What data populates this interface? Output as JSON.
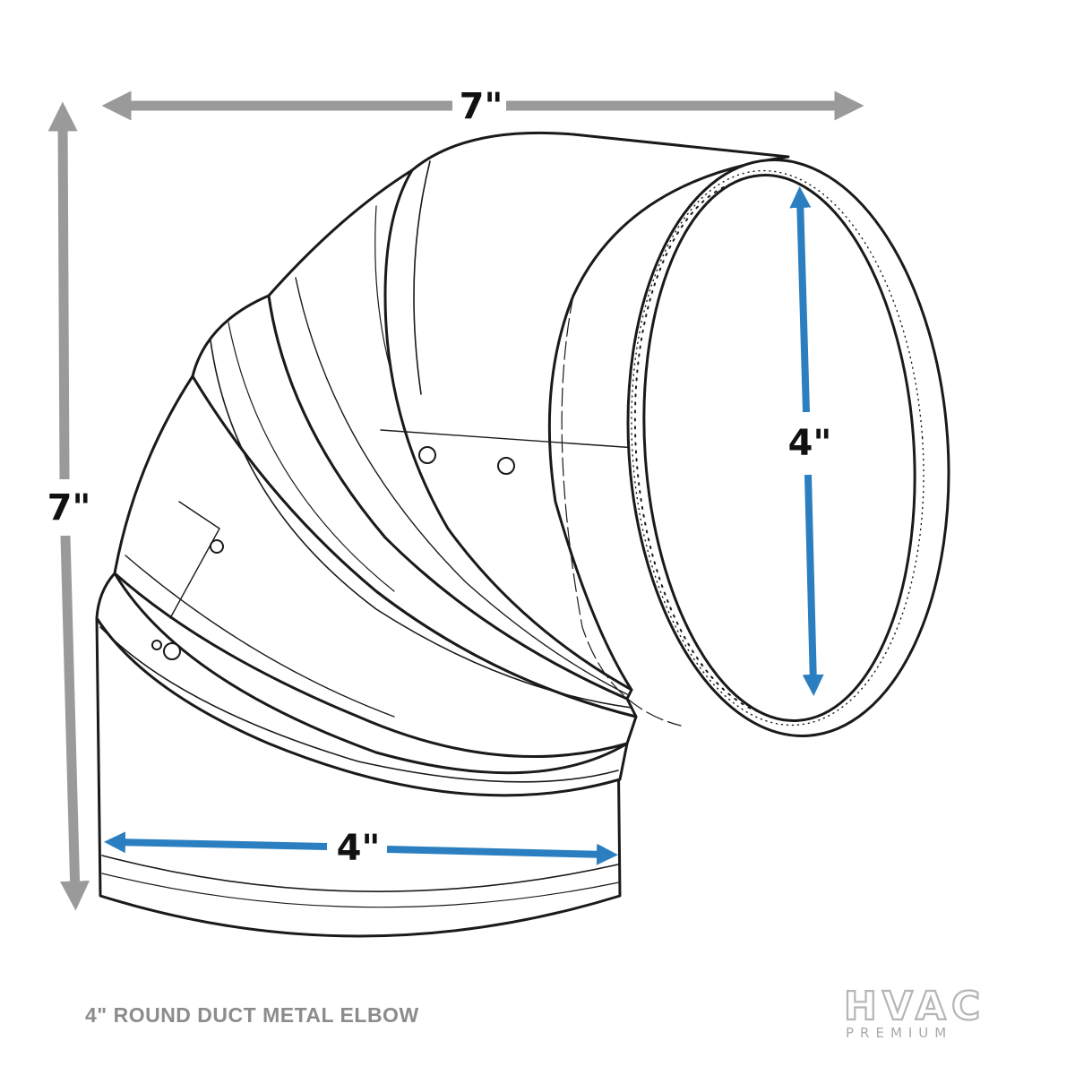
{
  "dimensions": {
    "overall_width": "7\"",
    "overall_height": "7\"",
    "outlet_diameter": "4\"",
    "inlet_diameter": "4\""
  },
  "caption": "4\" ROUND DUCT METAL ELBOW",
  "logo": {
    "name": "HVAC",
    "tagline": "PREMIUM"
  },
  "colors": {
    "overall_arrow": "#9a9a9a",
    "diameter_arrow": "#2b7fc0",
    "outline": "#1a1a1a",
    "caption": "#8c8c8c"
  }
}
